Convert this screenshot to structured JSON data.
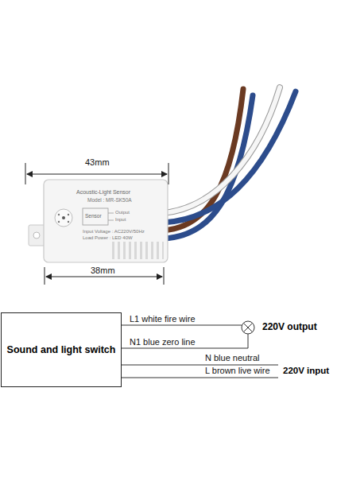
{
  "diagram": {
    "nodes": [
      {
        "text": [
          "Sound and light switch"
        ]
      }
    ],
    "labels": [
      "43mm",
      "38mm",
      "Acoustic-Light Sensor",
      "Model : MR-SK50A",
      "Sensor",
      "Output",
      "Input",
      "Input Voltage : AC220V/50Hz",
      "Load Power : LED 40W",
      "L1 white fire wire",
      "N1 blue zero line",
      "220V output",
      "N blue neutral",
      "L brown live wire",
      "220V input"
    ]
  }
}
